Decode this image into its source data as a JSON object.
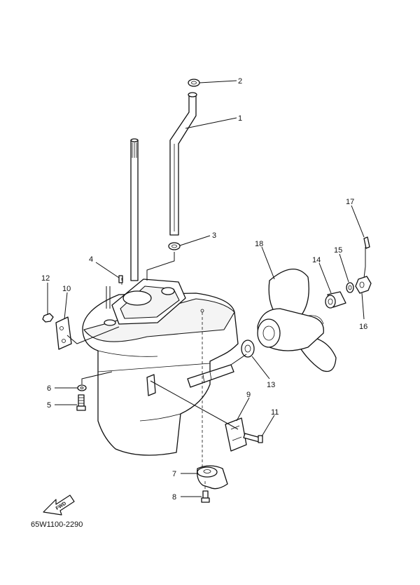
{
  "diagram": {
    "code": "65W1100-2290",
    "fwd_label": "FWD",
    "callouts": [
      {
        "id": "c1",
        "label": "1"
      },
      {
        "id": "c2",
        "label": "2"
      },
      {
        "id": "c3",
        "label": "3"
      },
      {
        "id": "c4",
        "label": "4"
      },
      {
        "id": "c5",
        "label": "5"
      },
      {
        "id": "c6",
        "label": "6"
      },
      {
        "id": "c7",
        "label": "7"
      },
      {
        "id": "c8",
        "label": "8"
      },
      {
        "id": "c9",
        "label": "9"
      },
      {
        "id": "c10",
        "label": "10"
      },
      {
        "id": "c11",
        "label": "11"
      },
      {
        "id": "c12",
        "label": "12"
      },
      {
        "id": "c13",
        "label": "13"
      },
      {
        "id": "c14",
        "label": "14"
      },
      {
        "id": "c15",
        "label": "15"
      },
      {
        "id": "c16",
        "label": "16"
      },
      {
        "id": "c17",
        "label": "17"
      },
      {
        "id": "c18",
        "label": "18"
      }
    ]
  }
}
